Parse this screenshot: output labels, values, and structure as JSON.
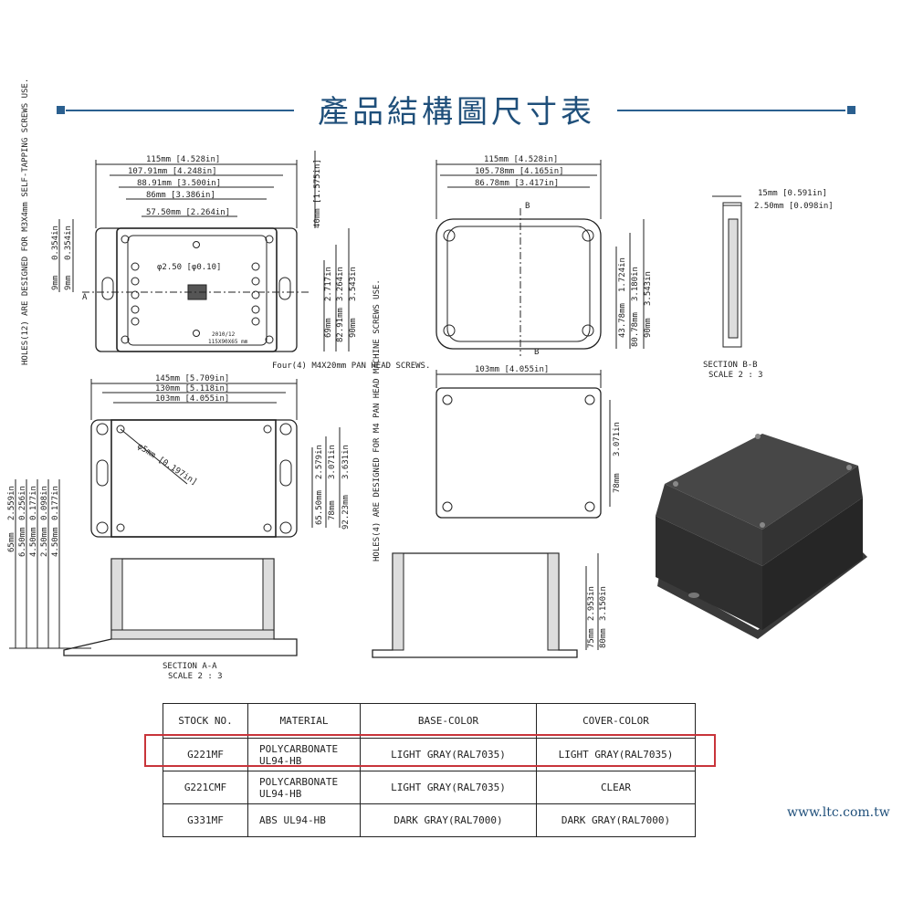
{
  "title": "產品結構圖尺寸表",
  "labels": {
    "top_plan_dims": [
      "115mm [4.528in]",
      "107.91mm [4.248in]",
      "88.91mm [3.500in]",
      "86mm [3.386in]",
      "57.50mm [2.264in]"
    ],
    "top_plan_right_dims": [
      "40mm [1.575in]",
      "2.717in",
      "3.264in",
      "3.543in",
      "69mm",
      "82.91mm",
      "90mm"
    ],
    "top_plan_left_dims": [
      "0.354in",
      "0.354in",
      "9mm",
      "9mm"
    ],
    "top_plan_hole": "φ2.50 [φ0.10]",
    "top_plan_section": "A",
    "top_plan_stamp1": "2010/12",
    "top_plan_stamp2": "115X90X65 mm",
    "holes_note_left": "HOLES(12) ARE DESIGNED FOR M3X4mm SELF-TAPPING SCREWS USE.",
    "screws_note": "Four(4) M4X20mm PAN HEAD SCREWS.",
    "inner_dims": [
      "115mm [4.528in]",
      "105.78mm [4.165in]",
      "86.78mm [3.417in]"
    ],
    "inner_right_dims": [
      "1.724in",
      "3.180in",
      "3.543in",
      "43.78mm",
      "80.78mm",
      "90mm"
    ],
    "section_b_label": "B",
    "section_bb_dims": [
      "15mm [0.591in]",
      "2.50mm [0.098in]"
    ],
    "section_bb_title": "SECTION B-B",
    "section_bb_scale": "SCALE 2 : 3",
    "bottom_dims": [
      "145mm [5.709in]",
      "130mm [5.118in]",
      "103mm [4.055in]"
    ],
    "bottom_hole": "φ5mm [0.197in]",
    "bottom_right_dims": [
      "2.579in",
      "3.071in",
      "3.631in",
      "65.50mm",
      "78mm",
      "92.23mm"
    ],
    "holes_note_right": "HOLES(4) ARE DESIGNED FOR M4 PAN HEAD MACHINE SCREWS USE.",
    "back_dims": [
      "103mm [4.055in]",
      "78mm",
      "3.071in"
    ],
    "side_dims": [
      "2.559in",
      "0.256in",
      "0.177in",
      "0.098in",
      "0.177in",
      "65mm",
      "6.50mm",
      "4.50mm",
      "2.50mm",
      "4.50mm"
    ],
    "section_aa_title": "SECTION A-A",
    "section_aa_scale": "SCALE 2 : 3",
    "front_dims": [
      "2.953in",
      "3.150in",
      "75mm",
      "80mm"
    ]
  },
  "table": {
    "headers": [
      "STOCK NO.",
      "MATERIAL",
      "BASE-COLOR",
      "COVER-COLOR"
    ],
    "rows": [
      {
        "stock": "G221MF",
        "material_1": "POLYCARBONATE",
        "material_2": "UL94-HB",
        "base": "LIGHT GRAY(RAL7035)",
        "cover": "LIGHT GRAY(RAL7035)"
      },
      {
        "stock": "G221CMF",
        "material_1": "POLYCARBONATE",
        "material_2": "UL94-HB",
        "base": "LIGHT GRAY(RAL7035)",
        "cover": "CLEAR"
      },
      {
        "stock": "G331MF",
        "material_1": "ABS UL94-HB",
        "material_2": "",
        "base": "DARK GRAY(RAL7000)",
        "cover": "DARK GRAY(RAL7000)"
      }
    ]
  },
  "footer": "www.ltc.com.tw",
  "colors": {
    "accent": "#1f4f7a",
    "highlight": "#c8343a",
    "line": "#222222",
    "enclosure": "#2b2b2b"
  }
}
